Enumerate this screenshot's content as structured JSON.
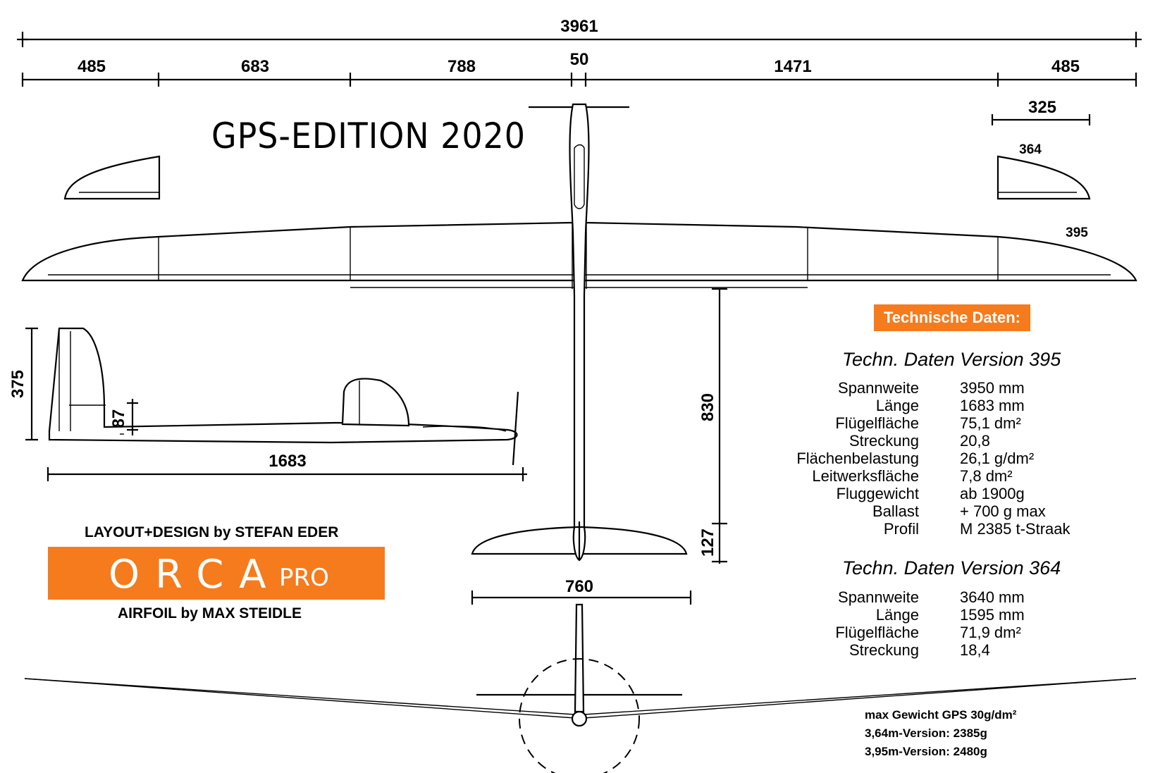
{
  "header": {
    "edition": "GPS-EDITION 2020"
  },
  "dimensions": {
    "span_total": "3961",
    "segments": [
      "485",
      "683",
      "788",
      "50",
      "1471",
      "485"
    ],
    "tip_length": "325",
    "tip_version_364": "364",
    "wing_version_395": "395",
    "fin_height": "375",
    "fuselage_height": "87",
    "fuselage_length": "1683",
    "tail_arm": "830",
    "stab_chord": "127",
    "stab_span": "760"
  },
  "credits": {
    "layout": "LAYOUT+DESIGN by STEFAN EDER",
    "brand_name": "ORCA",
    "brand_suffix": "PRO",
    "airfoil": "AIRFOIL by MAX STEIDLE"
  },
  "specs": {
    "badge": "Technische Daten:",
    "v395": {
      "title": "Techn. Daten Version 395",
      "rows": [
        {
          "label": "Spannweite",
          "value": "3950 mm"
        },
        {
          "label": "Länge",
          "value": "1683 mm"
        },
        {
          "label": "Flügelfläche",
          "value": "75,1 dm²"
        },
        {
          "label": "Streckung",
          "value": "20,8"
        },
        {
          "label": "Flächenbelastung",
          "value": "26,1 g/dm²"
        },
        {
          "label": "Leitwerksfläche",
          "value": "7,8 dm²"
        },
        {
          "label": "Fluggewicht",
          "value": "ab 1900g"
        },
        {
          "label": "Ballast",
          "value": "+ 700 g max"
        },
        {
          "label": "Profil",
          "value": "M 2385 t-Straak"
        }
      ]
    },
    "v364": {
      "title": "Techn. Daten Version 364",
      "rows": [
        {
          "label": "Spannweite",
          "value": "3640 mm"
        },
        {
          "label": "Länge",
          "value": "1595 mm"
        },
        {
          "label": "Flügelfläche",
          "value": "71,9 dm²"
        },
        {
          "label": "Streckung",
          "value": "18,4"
        }
      ]
    }
  },
  "gps_notes": {
    "line1": "max Gewicht GPS 30g/dm²",
    "line2": "3,64m-Version:  2385g",
    "line3": "3,95m-Version:  2480g"
  }
}
